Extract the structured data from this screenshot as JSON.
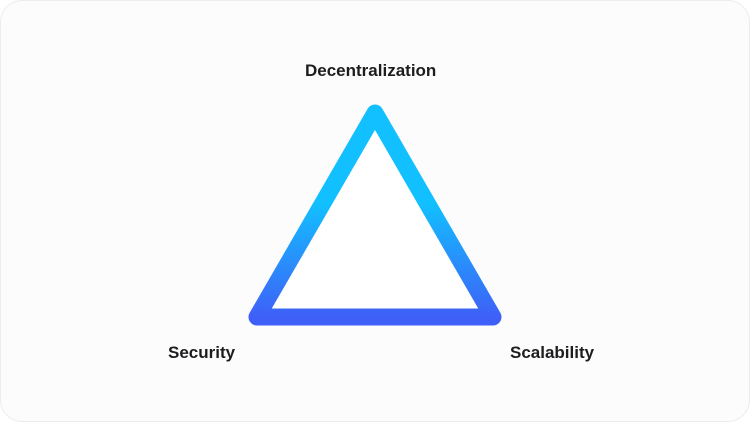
{
  "diagram": {
    "vertices": {
      "top": "Decentralization",
      "bottom_left": "Security",
      "bottom_right": "Scalability"
    },
    "colors": {
      "gradient_top": "#12bfff",
      "gradient_bottom": "#3e60f8",
      "text": "#1d1d1f"
    }
  }
}
